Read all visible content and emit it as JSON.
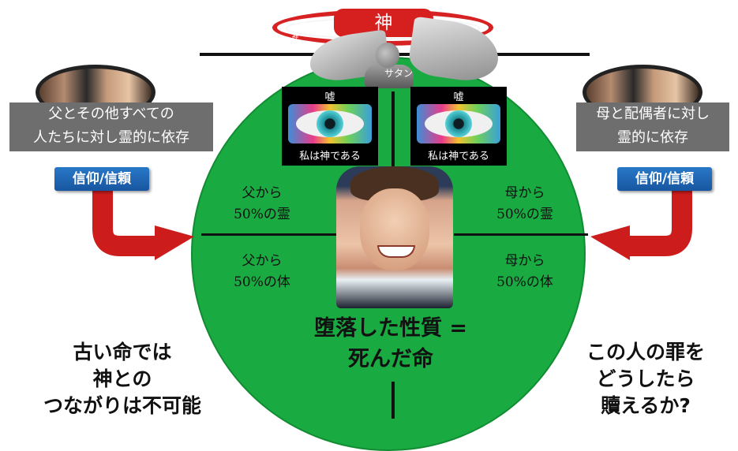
{
  "slide": {
    "top_banner": {
      "label": "神",
      "halo_words": [
        "愛",
        "神"
      ],
      "satan_label": "サタン"
    },
    "lie_panels": [
      {
        "title": "嘘",
        "caption": "私は神である"
      },
      {
        "title": "嘘",
        "caption": "私は神である"
      }
    ],
    "inheritance": {
      "father_spirit": [
        "父から",
        "50%の霊"
      ],
      "mother_spirit": [
        "母から",
        "50%の霊"
      ],
      "father_body": [
        "父から",
        "50%の体"
      ],
      "mother_body": [
        "母から",
        "50%の体"
      ]
    },
    "fallen_nature": [
      "堕落した性質 =",
      "死んだ命"
    ],
    "left_side": {
      "dependency": [
        "父とその他すべての",
        "人たちに対し霊的に依存"
      ],
      "faith_badge": "信仰/信頼"
    },
    "right_side": {
      "dependency": [
        "母と配偶者に対し",
        "霊的に依存"
      ],
      "faith_badge": "信仰/信頼"
    },
    "bottom_left": [
      "古い命では",
      "神との",
      "つながりは不可能"
    ],
    "bottom_right": [
      "この人の罪を",
      "どうしたら",
      "贖えるか?"
    ],
    "colors": {
      "circle_green": "#1aaa42",
      "arrow_red": "#cc1c1c",
      "banner_red": "#d61f1f",
      "badge_blue": "#2068b6",
      "card_gray": "#6e6e6e"
    }
  }
}
